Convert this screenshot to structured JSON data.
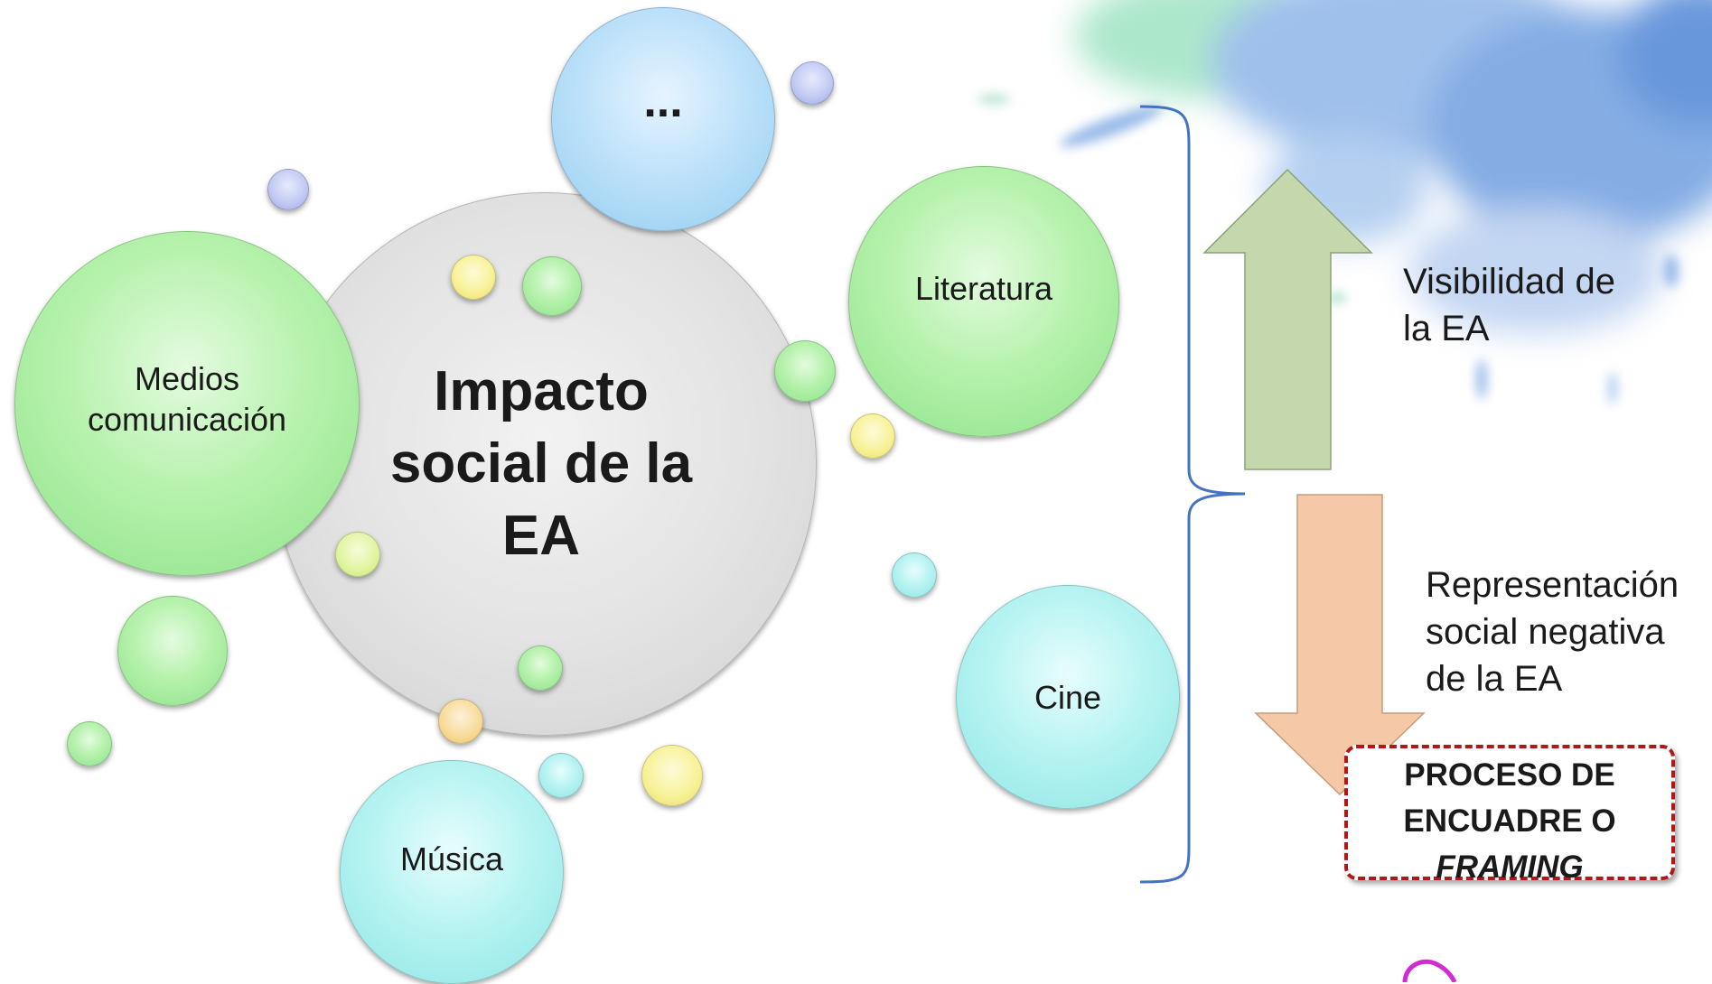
{
  "diagram": {
    "center": {
      "line1": "Impacto",
      "line2": "social de la",
      "line3": "EA"
    },
    "bubbles": {
      "more": "...",
      "medios_line1": "Medios",
      "medios_line2": "comunicación",
      "literatura": "Literatura",
      "cine": "Cine",
      "musica": "Música"
    },
    "arrows": {
      "up_label_line1": "Visibilidad de",
      "up_label_line2": "la EA",
      "down_label_line1": "Representación",
      "down_label_line2": "social negativa",
      "down_label_line3": "de la EA"
    },
    "framing_box": {
      "line1": "PROCESO DE",
      "line2": "ENCUADRE O",
      "line3": "FRAMING"
    },
    "colors": {
      "up_arrow": "#c4d7ad",
      "down_arrow": "#f5c8a7",
      "brace": "#4472c4",
      "framing_border": "#b01818"
    }
  }
}
